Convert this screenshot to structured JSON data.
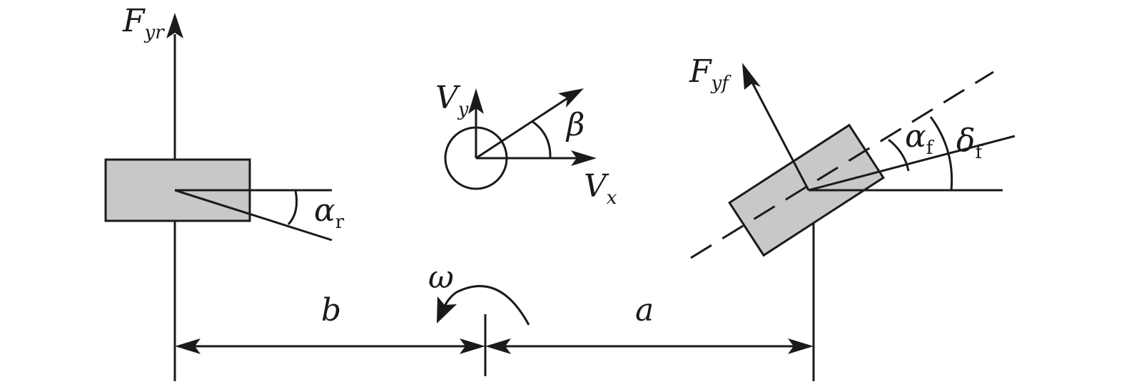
{
  "labels": {
    "Fyr": {
      "base": "F",
      "sub": "yr"
    },
    "Fyf": {
      "base": "F",
      "sub": "yf"
    },
    "Vy": {
      "base": "V",
      "sub": "y"
    },
    "Vx": {
      "base": "V",
      "sub": "x"
    },
    "beta": "β",
    "alpha_r": {
      "base": "α",
      "sub": "r"
    },
    "alpha_f": {
      "base": "α",
      "sub": "f"
    },
    "delta_f": {
      "base": "δ",
      "sub": "f"
    },
    "omega": "ω",
    "a": "a",
    "b": "b"
  },
  "colors": {
    "stroke": "#1a1a1a",
    "wheel_fill": "#c8c8c8"
  }
}
